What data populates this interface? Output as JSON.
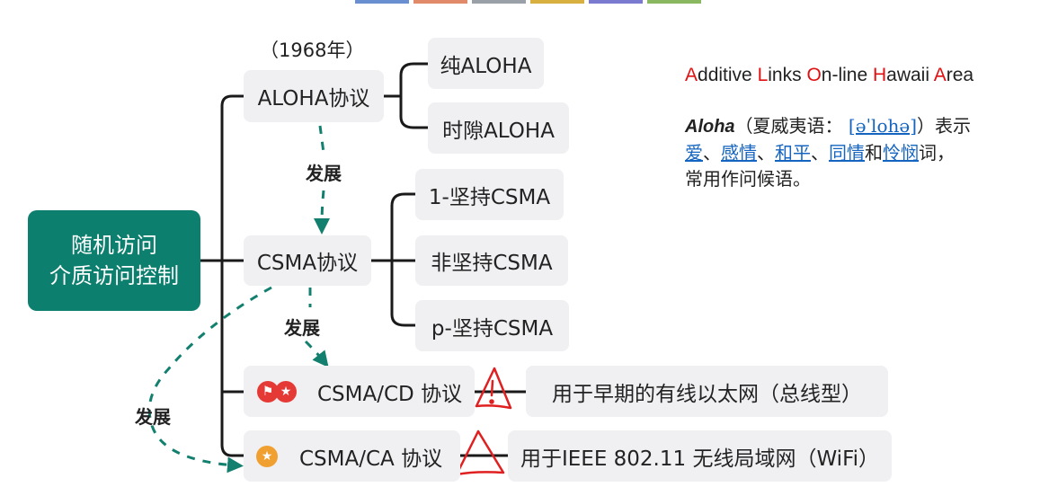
{
  "root": {
    "line1": "随机访问",
    "line2": "介质访问控制"
  },
  "year_note": "（1968年）",
  "protocols": {
    "aloha": "ALOHA协议",
    "csma": "CSMA协议",
    "csma_cd": "CSMA/CD 协议",
    "csma_ca": "CSMA/CA 协议"
  },
  "aloha_children": [
    "纯ALOHA",
    "时隙ALOHA"
  ],
  "csma_children": [
    "1-坚持CSMA",
    "非坚持CSMA",
    "p-坚持CSMA"
  ],
  "descriptions": {
    "csma_cd": "用于早期的有线以太网（总线型）",
    "csma_ca": "用于IEEE 802.11 无线局域网（WiFi）"
  },
  "develop_labels": [
    "发展",
    "发展",
    "发展"
  ],
  "acronym": {
    "words": [
      {
        "initial": "A",
        "rest": "dditive "
      },
      {
        "initial": "L",
        "rest": "inks "
      },
      {
        "initial": "O",
        "rest": "n-line "
      },
      {
        "initial": "H",
        "rest": "awaii "
      },
      {
        "initial": "A",
        "rest": "rea"
      }
    ]
  },
  "aloha_desc": {
    "term": "Aloha",
    "paren_open": "（夏威夷语：",
    "pron": "[əˈlohə]",
    "paren_close": "）表示",
    "w1": "爱",
    "sep1": "、",
    "w2": "感情",
    "sep2": "、",
    "w3": "和平",
    "sep3": "、",
    "w4": "同情",
    "conj": "和",
    "w5": "怜悯",
    "tail1": "词，",
    "tail2": "常用作问候语。"
  },
  "colors": {
    "root_bg": "#0d7f6e",
    "arrow": "#13806f",
    "node_bg": "#f0f0f2",
    "warning": "#e02020",
    "flag_badge": "#e53935",
    "star_badge": "#f0a030",
    "link": "#1565c0"
  },
  "icons": [
    "flag-star-icon",
    "star-icon",
    "warning-triangle-icon"
  ]
}
